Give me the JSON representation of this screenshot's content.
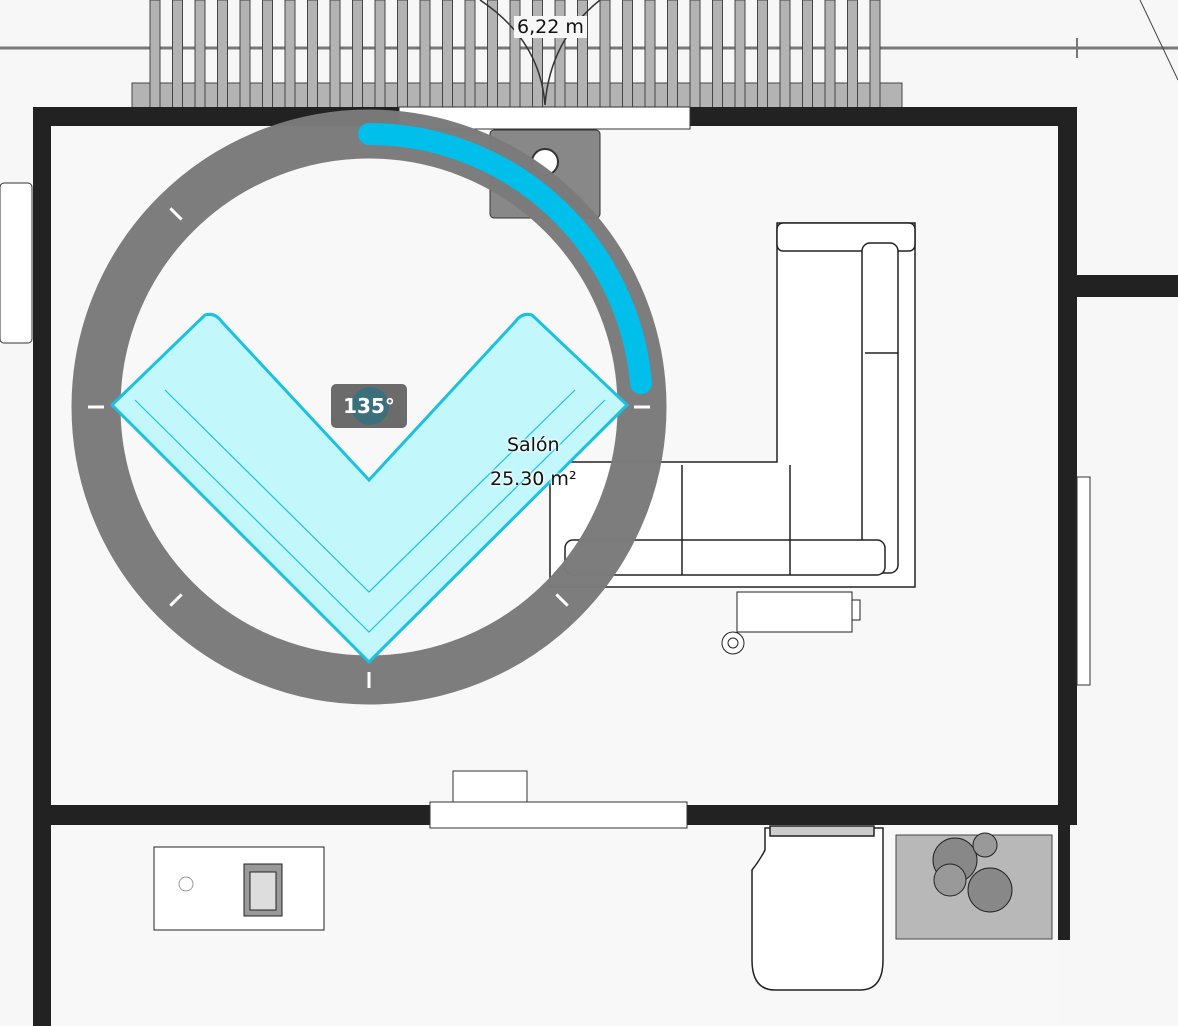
{
  "dimension": {
    "label": "6,22 m"
  },
  "rotation": {
    "angle_label": "135°",
    "angle_deg": 135
  },
  "room": {
    "name": "Salón",
    "area": "25.30 m²"
  },
  "colors": {
    "wall": "#222222",
    "ring": "#7a7a7a",
    "accent": "#00bfea",
    "selected_fill": "#c2f7fb"
  }
}
